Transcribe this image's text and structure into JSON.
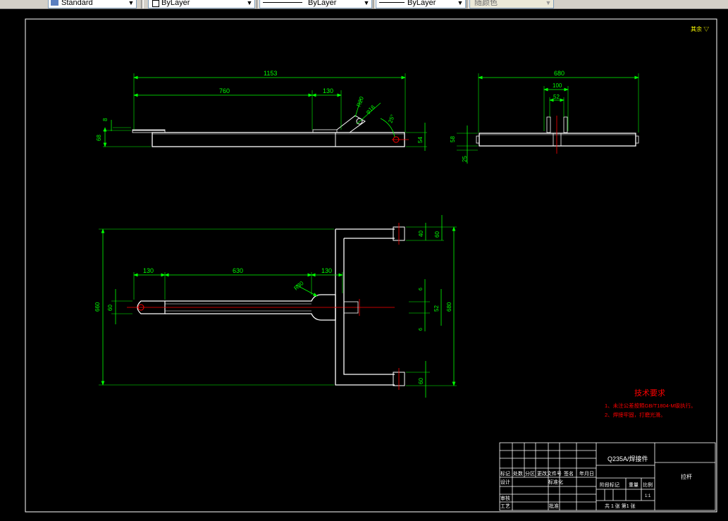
{
  "toolbar": {
    "text_style": "Standard",
    "layer": "ByLayer",
    "linetype": "ByLayer",
    "lineweight": "ByLayer",
    "plot_style": "随颜色"
  },
  "drawing": {
    "roughness_note": "其余 ▽",
    "side_view": {
      "overall_length": "1153",
      "length_760": "760",
      "length_130": "130",
      "radius": "R20",
      "hole_dia": "φ16",
      "angle": "25°",
      "dim_8": "8",
      "dim_68": "68",
      "dim_54": "54"
    },
    "end_view": {
      "width_680": "680",
      "width_100": "100",
      "width_52": "52",
      "dim_58": "58",
      "dim_25": "25"
    },
    "plan_view": {
      "dim_130_left": "130",
      "dim_630": "630",
      "dim_130_right": "130",
      "radius": "R30",
      "overall_660": "660",
      "dim_60_left": "60",
      "dim_40": "40",
      "dim_60_top": "60",
      "dim_6_top": "6",
      "dim_52": "52",
      "dim_6_bottom": "6",
      "dim_680": "680",
      "dim_60_bottom": "60"
    },
    "tech_requirements": {
      "title": "技术要求",
      "item1": "1、未注公差按照GB/T1804-M级执行。",
      "item2": "2、焊接牢固，打磨光滑。"
    },
    "title_block": {
      "material": "Q235A/焊接件",
      "part_name": "拉杆",
      "row_headers": [
        "标记",
        "处数",
        "分区",
        "更改文件号",
        "签名",
        "年月日"
      ],
      "design": "设计",
      "standardization": "标准化",
      "review": "审核",
      "process": "工艺",
      "approve": "批准",
      "stage_mark": "阶段标记",
      "weight": "重量",
      "scale": "比例",
      "scale_value": "1:1",
      "sheets": "共  1 张 第1 张"
    }
  }
}
